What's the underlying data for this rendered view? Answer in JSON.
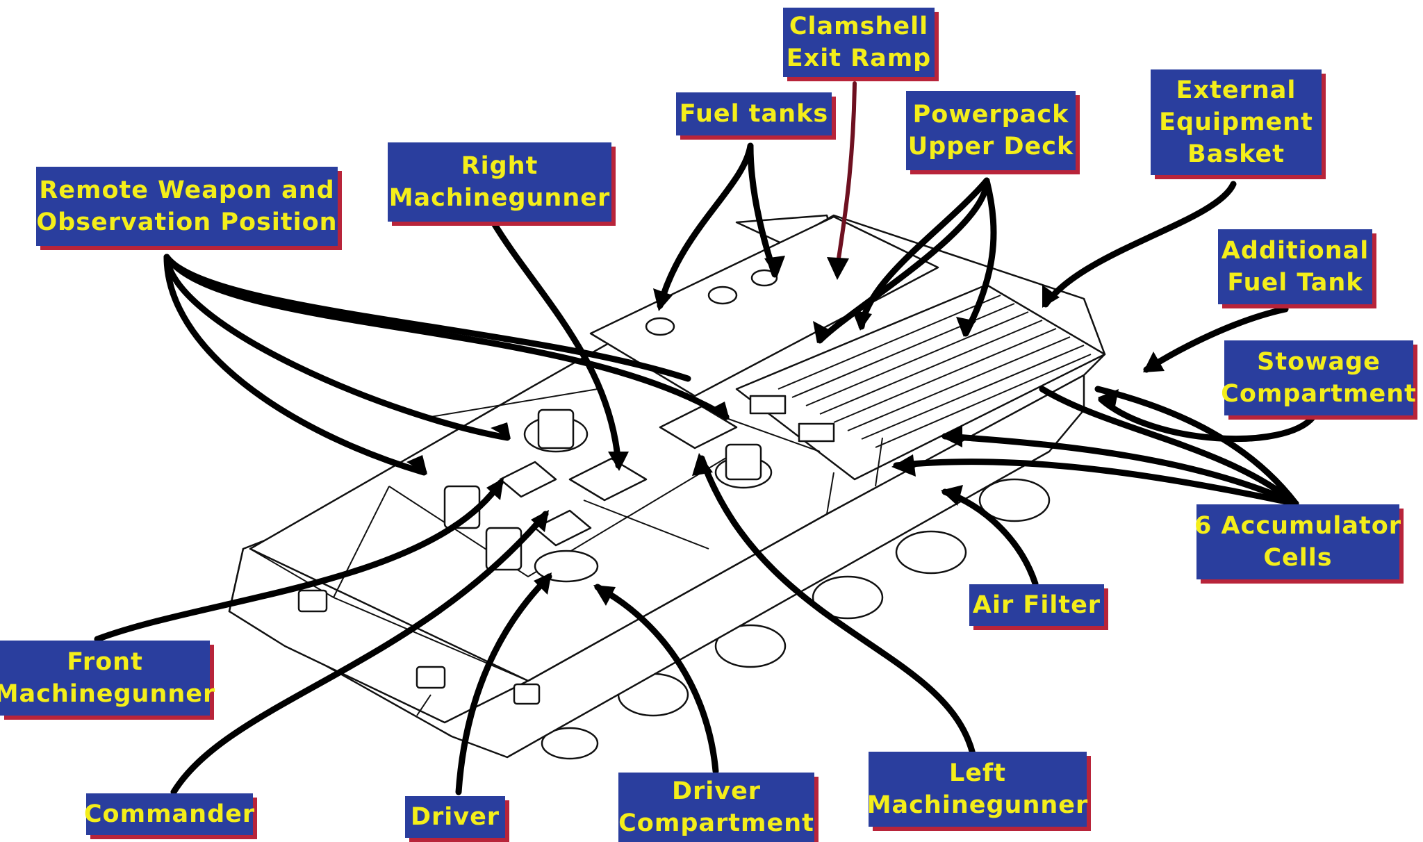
{
  "labels": {
    "clamshell": [
      "Clamshell",
      "Exit Ramp"
    ],
    "fuel_tanks": [
      "Fuel tanks"
    ],
    "powerpack": [
      "Powerpack",
      "Upper Deck"
    ],
    "external_basket": [
      "External",
      "Equipment",
      "Basket"
    ],
    "additional_fuel": [
      "Additional",
      "Fuel Tank"
    ],
    "stowage": [
      "Stowage",
      "Compartment"
    ],
    "accumulator": [
      "6 Accumulator",
      "Cells"
    ],
    "air_filter": [
      "Air Filter"
    ],
    "left_gunner": [
      "Left",
      "Machinegunner"
    ],
    "driver_compartment": [
      "Driver",
      "Compartment"
    ],
    "driver": [
      "Driver"
    ],
    "commander": [
      "Commander"
    ],
    "front_gunner": [
      "Front",
      "Machinegunner"
    ],
    "remote_weapon": [
      "Remote Weapon and",
      "Observation Position"
    ],
    "right_gunner": [
      "Right",
      "Machinegunner"
    ]
  },
  "colors": {
    "label_bg": "#2a3e9e",
    "label_text": "#f4ee1a",
    "label_shadow": "#b8243a",
    "leader": "#000000"
  }
}
